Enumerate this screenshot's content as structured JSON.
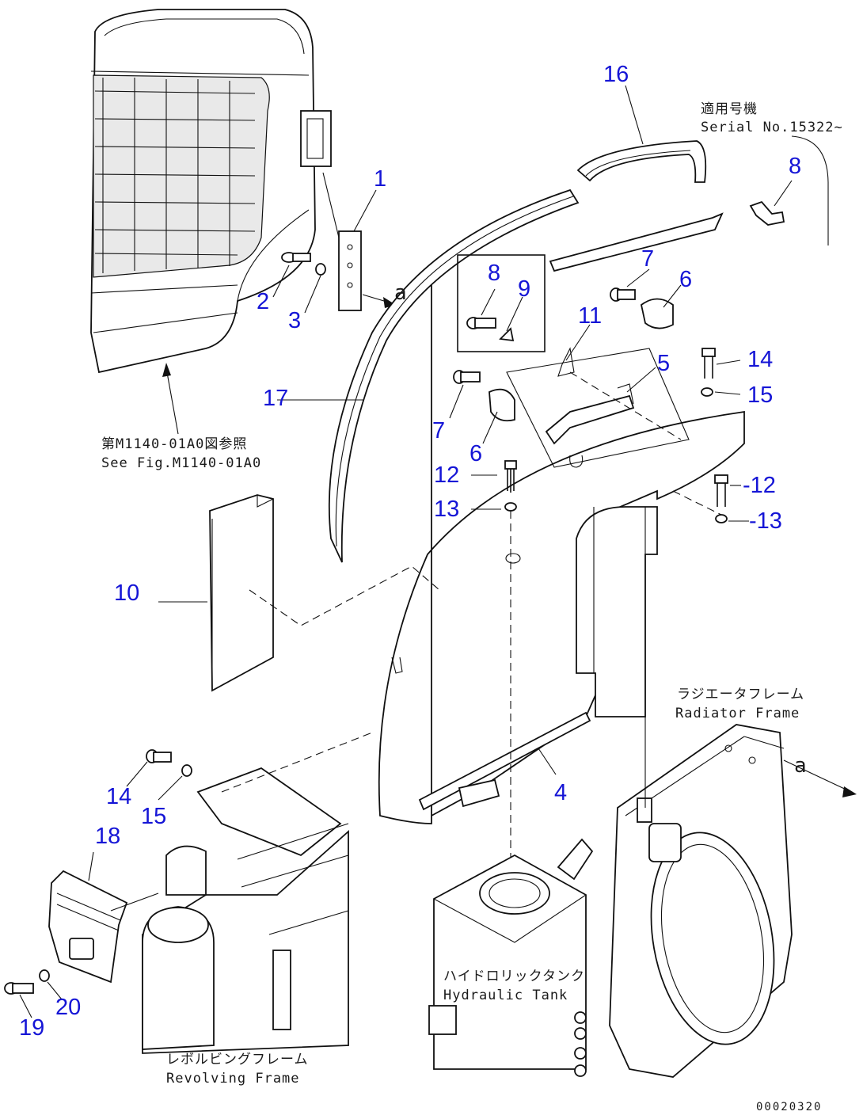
{
  "callouts": {
    "c1": "1",
    "c2": "2",
    "c3": "3",
    "c4": "4",
    "c5": "5",
    "c6a": "6",
    "c6b": "6",
    "c7a": "7",
    "c7b": "7",
    "c8a": "8",
    "c8b": "8",
    "c9": "9",
    "c10": "10",
    "c11": "11",
    "c12a": "12",
    "c12b": "-12",
    "c13a": "13",
    "c13b": "-13",
    "c14a": "14",
    "c14b": "14",
    "c15a": "15",
    "c15b": "15",
    "c16": "16",
    "c17": "17",
    "c18": "18",
    "c19": "19",
    "c20": "20"
  },
  "labels": {
    "serial_jp": "適用号機",
    "serial_en": "Serial No.15322~",
    "fig_ref_jp": "第M1140-01A0図参照",
    "fig_ref_en": "See Fig.M1140-01A0",
    "radiator_jp": "ラジエータフレーム",
    "radiator_en": "Radiator Frame",
    "tank_jp": "ハイドロリックタンク",
    "tank_en": "Hydraulic Tank",
    "revolving_jp": "レボルビングフレーム",
    "revolving_en": "Revolving Frame",
    "arrow_a1": "a",
    "arrow_a2": "a",
    "code": "00020320"
  },
  "colors": {
    "callout": "#1515d6",
    "line": "#111111"
  }
}
